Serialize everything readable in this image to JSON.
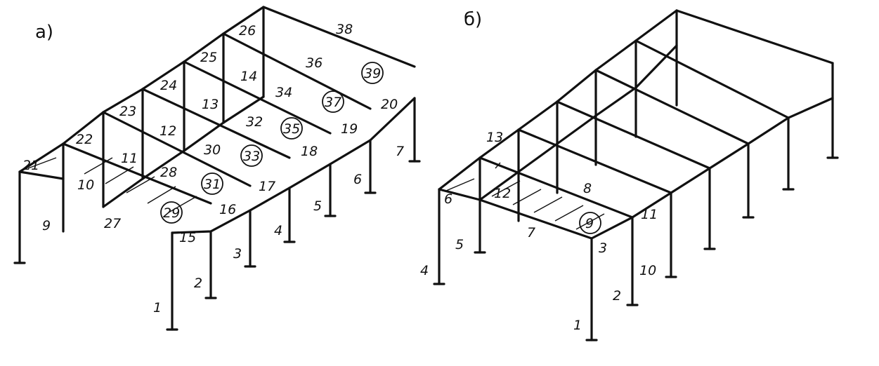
{
  "panel_a": {
    "title": "а)",
    "labels": [
      "1",
      "2",
      "3",
      "4",
      "5",
      "6",
      "7",
      "9",
      "10",
      "11",
      "12",
      "13",
      "14",
      "15",
      "16",
      "17",
      "18",
      "19",
      "20",
      "21",
      "22",
      "23",
      "24",
      "25",
      "26",
      "27",
      "28",
      "29",
      "30",
      "31",
      "32",
      "33",
      "34",
      "35",
      "36",
      "37",
      "38",
      "39"
    ],
    "circled": [
      "29",
      "31",
      "33",
      "35",
      "37",
      "39"
    ]
  },
  "panel_b": {
    "title": "б)",
    "labels": [
      "1",
      "2",
      "3",
      "4",
      "5",
      "6",
      "7",
      "8",
      "9",
      "10",
      "11",
      "12",
      "13"
    ],
    "circled": [
      "9"
    ]
  }
}
